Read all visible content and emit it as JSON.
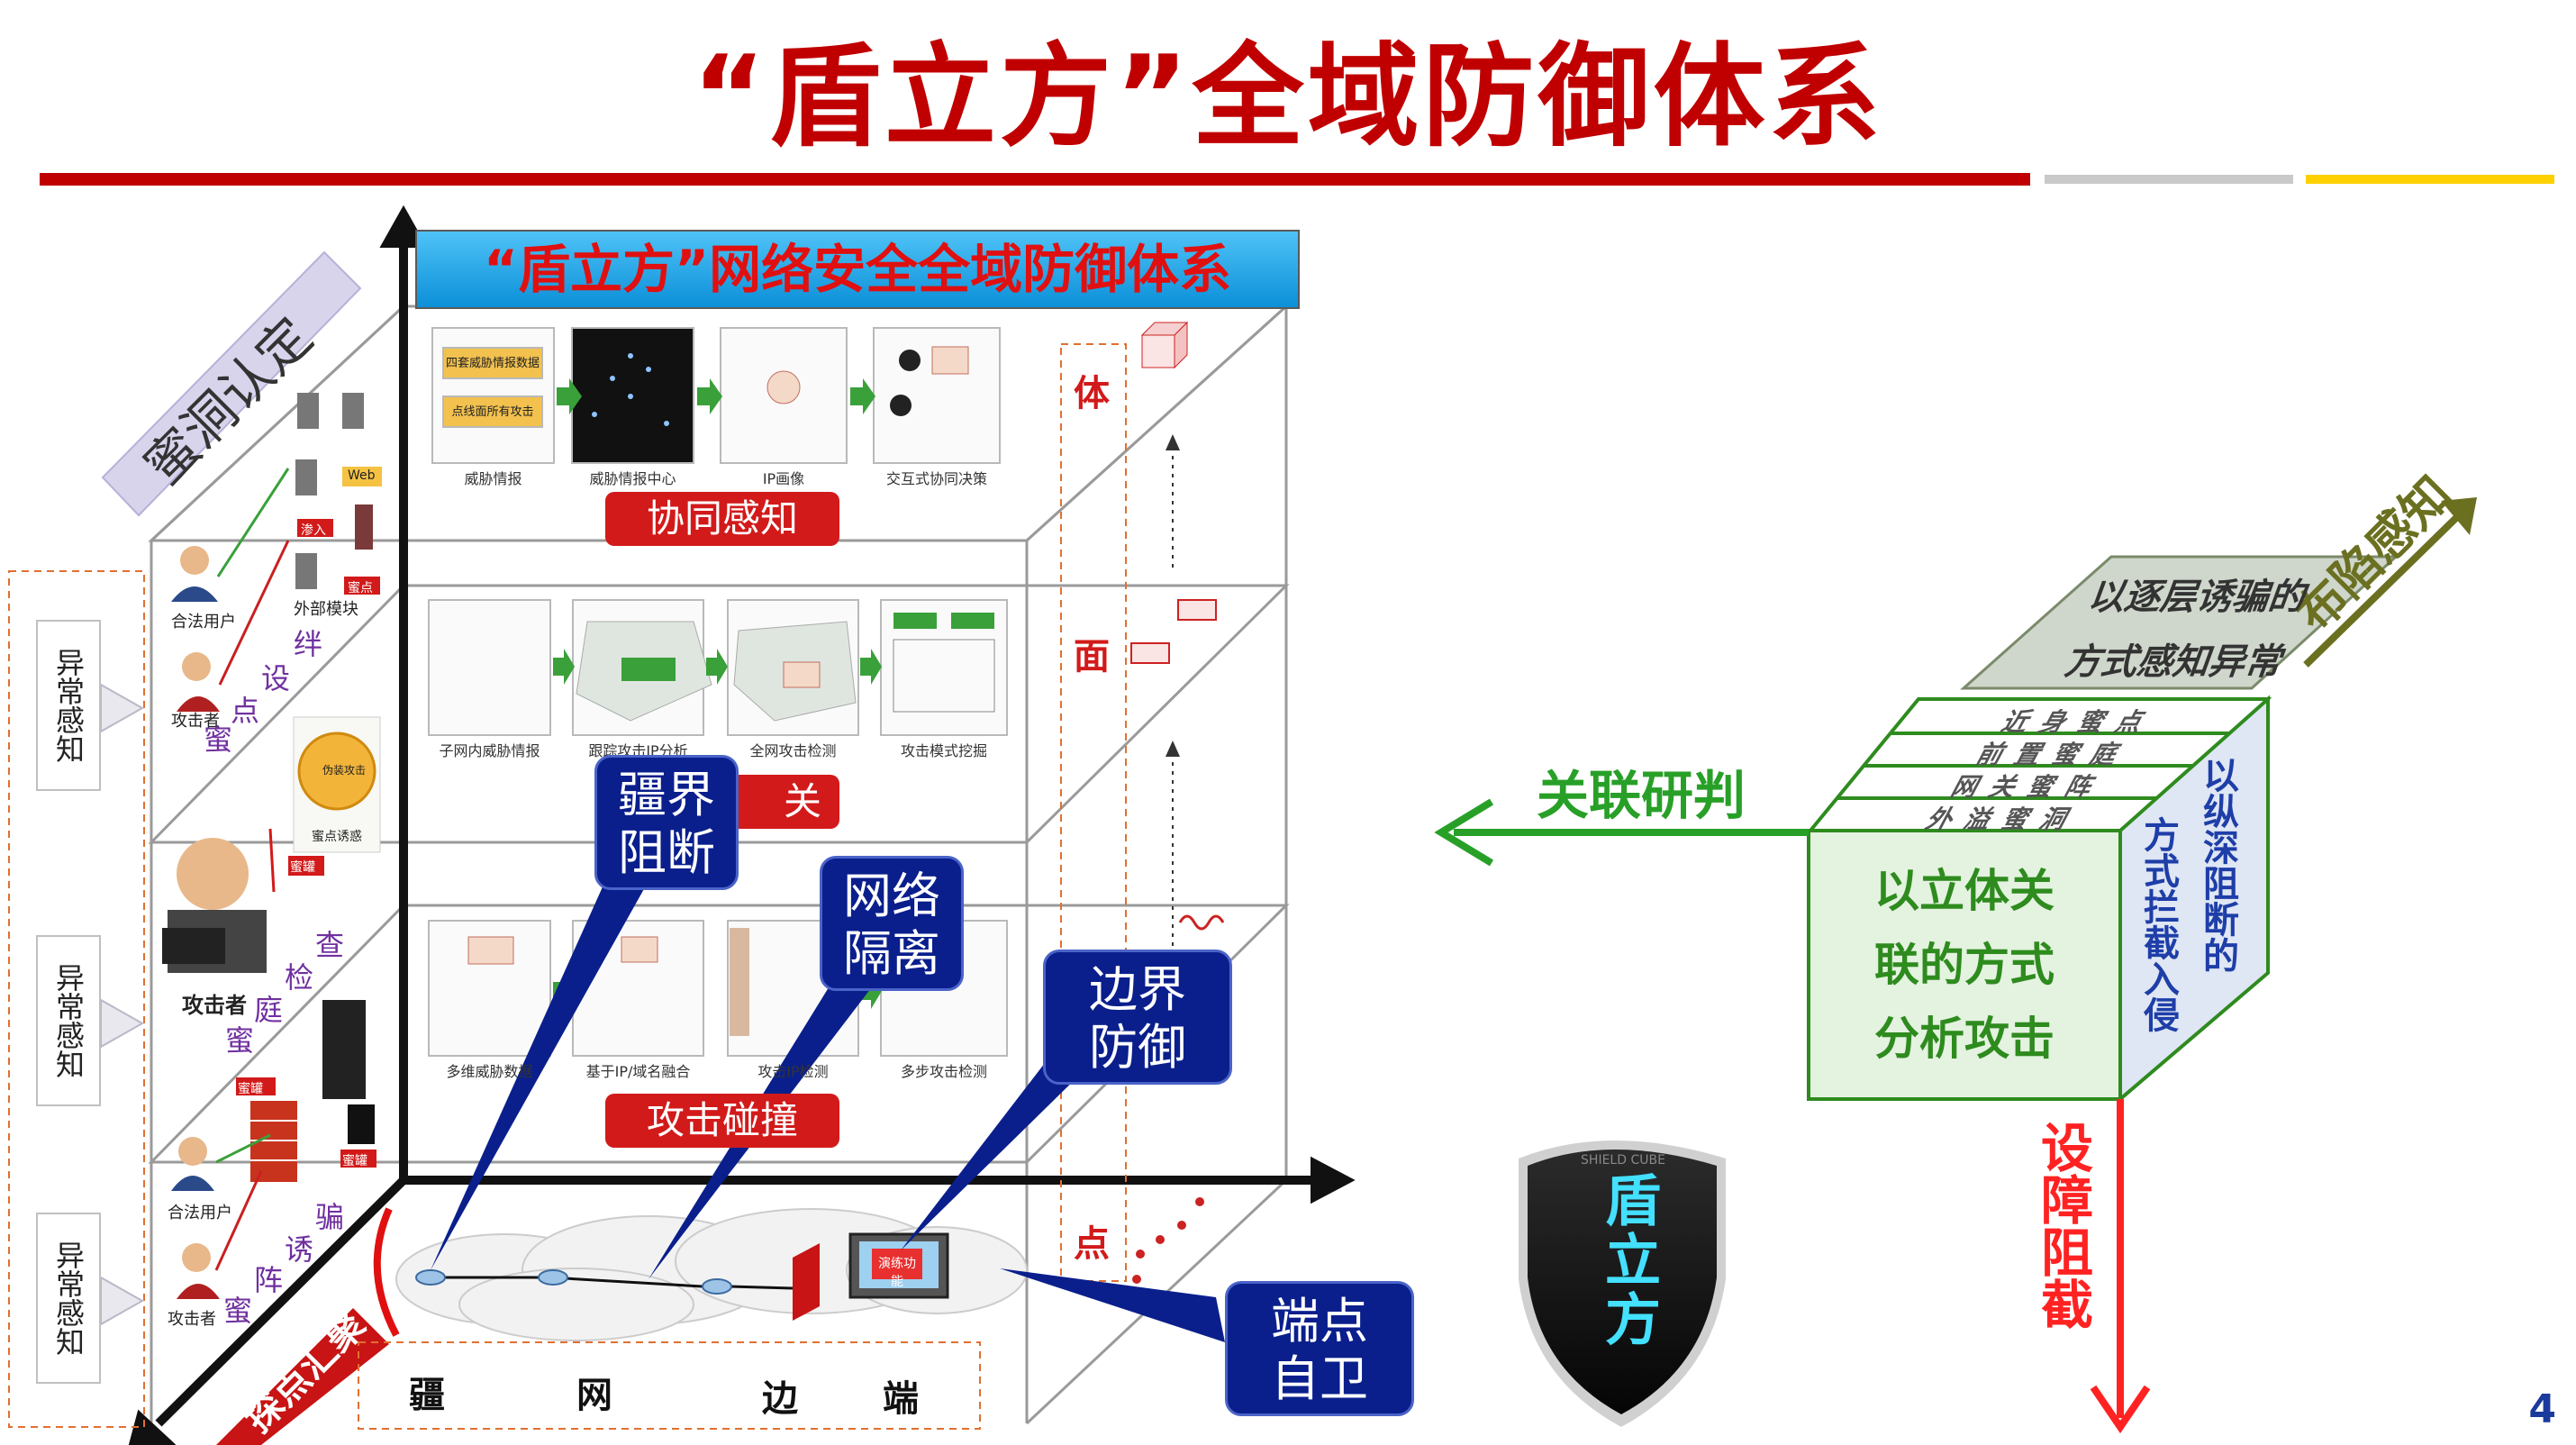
{
  "slide": {
    "title": "“盾立方”全域防御体系",
    "page_number": "4",
    "colors": {
      "title_red": "#c00000",
      "accent_gray": "#c9c9c9",
      "accent_yellow": "#ffd000",
      "callout_blue": "#0a1f8c"
    }
  },
  "left_diagram": {
    "inner_title": "“盾立方”网络安全全域防御体系",
    "diagonal_top": "蜜洞认定",
    "diagonal_bottom": "探点汇聚",
    "layers": [
      {
        "label": "协同感知",
        "steps": [
          "威胁情报",
          "威胁情报中心",
          "IP画像",
          "交互式协同决策"
        ],
        "chips": [
          "四套威胁情报数据",
          "点线面所有攻击"
        ]
      },
      {
        "label": "关",
        "steps": [
          "子网内威胁情报",
          "跟踪攻击IP分析",
          "全网攻击检测",
          "攻击模式挖掘"
        ]
      },
      {
        "label": "攻击碰撞",
        "steps": [
          "多维威胁数据",
          "基于IP/域名融合",
          "攻击IP检测",
          "多步攻击检测"
        ]
      }
    ],
    "scale_chars": [
      "体",
      "面",
      "点"
    ],
    "callouts": {
      "border_block": [
        "疆界",
        "阻断"
      ],
      "network_isolation": [
        "网络",
        "隔离"
      ],
      "boundary_defense": [
        "边界",
        "防御"
      ],
      "endpoint_self_defense": [
        "端点",
        "自卫"
      ]
    },
    "bottom_labels": [
      "疆",
      "网",
      "边",
      "端"
    ],
    "side_boxes": [
      "异常感知",
      "异常感知",
      "异常感知"
    ],
    "node_labels": {
      "legit_user": "合法用户",
      "attacker": "攻击者",
      "external_module": "外部模块",
      "honeypot_tag": "蜜罐",
      "intrusion": "渗入",
      "web_tag": "Web",
      "mini_tag": "蜜点",
      "disguise": "伪装攻击",
      "lure_module": "蜜点诱惑",
      "tripwire_1": [
        "蜜",
        "点",
        "设",
        "绊"
      ],
      "inspect_2": [
        "蜜",
        "庭",
        "检",
        "查"
      ],
      "lure_3": [
        "蜜",
        "阵",
        "诱",
        "骗"
      ],
      "pot_tag": "蜜罐",
      "drill_text": "演练功能"
    }
  },
  "right_cube": {
    "axis_left": "关联研判",
    "axis_down": "设障阻截",
    "axis_upright": "布陷感知",
    "top_face": [
      "以逐层诱骗的",
      "方式感知异常"
    ],
    "front_face": [
      "以立体关",
      "联的方式",
      "分析攻击"
    ],
    "side_face_cols": [
      "以纵深阻断的",
      "方式拦截入侵"
    ],
    "strips": [
      "近身蜜点",
      "前置蜜庭",
      "网关蜜阵",
      "外溢蜜洞"
    ]
  },
  "shield": {
    "text": "盾立方",
    "ring_text": "SHIELD CUBE"
  }
}
